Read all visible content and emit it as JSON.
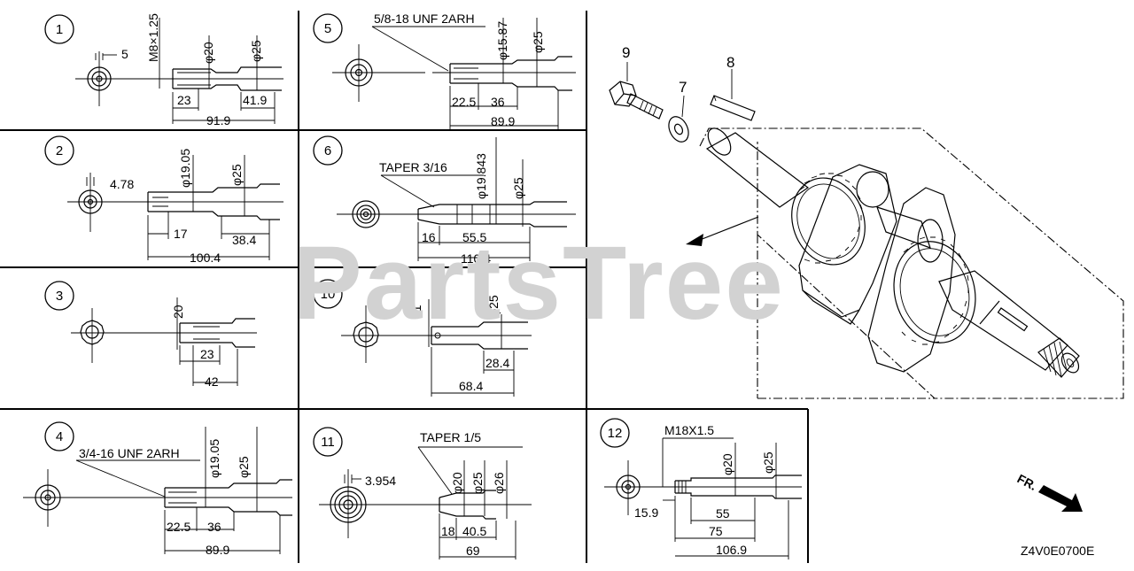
{
  "watermark": "PartsTree",
  "diagram_code": "Z4V0E0700E",
  "front_label": "FR.",
  "parts": {
    "crank_bolt": "9",
    "washer": "7",
    "key": "8"
  },
  "panels": [
    {
      "number": "1",
      "labels": [
        "M8×1.25",
        "5",
        "φ20",
        "φ25",
        "23",
        "41.9",
        "91.9"
      ]
    },
    {
      "number": "2",
      "labels": [
        "4.78",
        "φ19.05",
        "φ25",
        "17",
        "38.4",
        "100.4"
      ]
    },
    {
      "number": "3",
      "labels": [
        "20",
        "23",
        "42"
      ]
    },
    {
      "number": "4",
      "labels": [
        "3/4-16 UNF 2ARH",
        "φ19.05",
        "φ25",
        "22.5",
        "36",
        "89.9"
      ]
    },
    {
      "number": "5",
      "labels": [
        "5/8-18 UNF 2ARH",
        "φ15.87",
        "φ25",
        "22.5",
        "36",
        "89.9"
      ]
    },
    {
      "number": "6",
      "labels": [
        "TAPER 3/16",
        "φ19.843",
        "φ25",
        "16",
        "55.5",
        "110.4"
      ]
    },
    {
      "number": "10",
      "labels": [
        "21",
        "φ25",
        "28.4",
        "68.4"
      ]
    },
    {
      "number": "11",
      "labels": [
        "TAPER 1/5",
        "3.954",
        "φ20",
        "φ25",
        "φ26",
        "18",
        "40.5",
        "69"
      ]
    },
    {
      "number": "12",
      "labels": [
        "M18X1.5",
        "φ20",
        "φ25",
        "15.9",
        "55",
        "75",
        "106.9"
      ]
    }
  ]
}
